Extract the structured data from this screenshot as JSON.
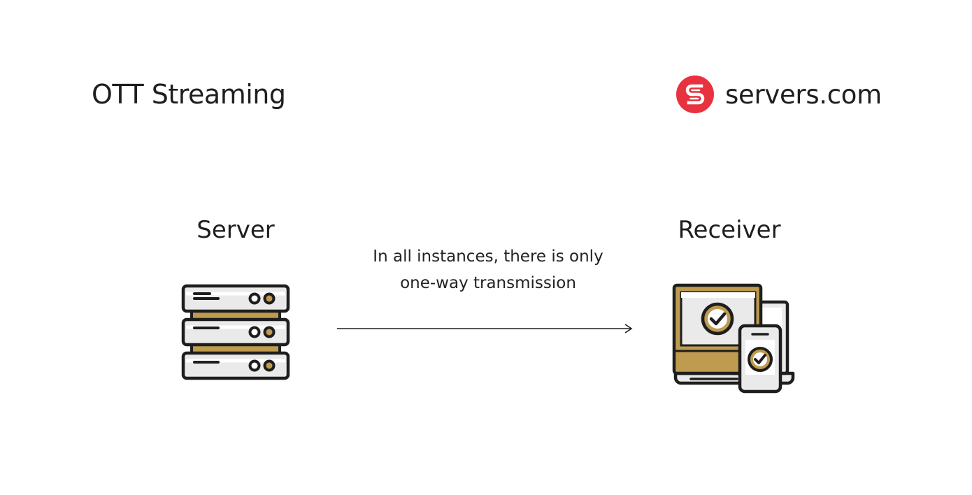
{
  "header": {
    "title": "OTT Streaming",
    "brand_name": "servers.com",
    "brand_icon": "servers-com-logo-icon"
  },
  "diagram": {
    "server": {
      "label": "Server",
      "icon": "server-rack-icon"
    },
    "receiver": {
      "label": "Receiver",
      "icon": "devices-icon"
    },
    "connection": {
      "caption_line_1": "In all instances, there is only",
      "caption_line_2": "one-way transmission",
      "direction": "server-to-receiver",
      "icon": "arrow-right-icon"
    }
  },
  "colors": {
    "accent_gold": "#BE9B4E",
    "brand_red": "#E8323F",
    "stroke": "#1E1E1E",
    "fill_light": "#EAEAEA",
    "background": "#FFFFFF"
  }
}
